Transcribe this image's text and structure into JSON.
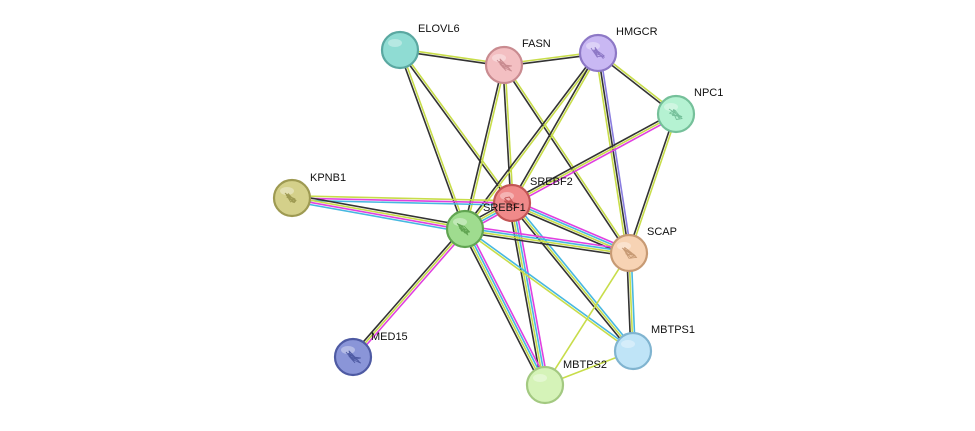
{
  "network": {
    "nodes": [
      {
        "id": "ELOVL6",
        "label": "ELOVL6",
        "color": "#8fdcd3",
        "stroke": "#5aa8a1",
        "glyph": "none"
      },
      {
        "id": "FASN",
        "label": "FASN",
        "color": "#f3bfc2",
        "stroke": "#c98b90",
        "glyph": "protein-structure"
      },
      {
        "id": "HMGCR",
        "label": "HMGCR",
        "color": "#c9b8f3",
        "stroke": "#8d78c6",
        "glyph": "protein-structure"
      },
      {
        "id": "NPC1",
        "label": "NPC1",
        "color": "#b5f2d2",
        "stroke": "#75c09a",
        "glyph": "protein-structure"
      },
      {
        "id": "SREBF2",
        "label": "SREBF2",
        "color": "#f08a8a",
        "stroke": "#c25555",
        "glyph": "protein-structure"
      },
      {
        "id": "SREBF1",
        "label": "SREBF1",
        "color": "#9fdc8f",
        "stroke": "#61a552",
        "glyph": "protein-structure"
      },
      {
        "id": "KPNB1",
        "label": "KPNB1",
        "color": "#d4d08a",
        "stroke": "#9e9a52",
        "glyph": "protein-structure"
      },
      {
        "id": "SCAP",
        "label": "SCAP",
        "color": "#f7d3b4",
        "stroke": "#c79a74",
        "glyph": "protein-structure"
      },
      {
        "id": "MED15",
        "label": "MED15",
        "color": "#8a95d8",
        "stroke": "#4e5aa3",
        "glyph": "protein-structure"
      },
      {
        "id": "MBTPS1",
        "label": "MBTPS1",
        "color": "#bfe4f7",
        "stroke": "#80b4d0",
        "glyph": "none"
      },
      {
        "id": "MBTPS2",
        "label": "MBTPS2",
        "color": "#d5f3b8",
        "stroke": "#a3c981",
        "glyph": "none"
      }
    ],
    "edges": [
      {
        "source": "ELOVL6",
        "target": "FASN",
        "colors": [
          "#c8dd4a",
          "#333333"
        ]
      },
      {
        "source": "ELOVL6",
        "target": "SREBF1",
        "colors": [
          "#c8dd4a",
          "#333333"
        ]
      },
      {
        "source": "ELOVL6",
        "target": "SREBF2",
        "colors": [
          "#c8dd4a",
          "#333333"
        ]
      },
      {
        "source": "FASN",
        "target": "HMGCR",
        "colors": [
          "#c8dd4a",
          "#333333"
        ]
      },
      {
        "source": "FASN",
        "target": "SREBF1",
        "colors": [
          "#c8dd4a",
          "#333333"
        ]
      },
      {
        "source": "FASN",
        "target": "SREBF2",
        "colors": [
          "#c8dd4a",
          "#333333"
        ]
      },
      {
        "source": "FASN",
        "target": "SCAP",
        "colors": [
          "#c8dd4a",
          "#333333"
        ]
      },
      {
        "source": "HMGCR",
        "target": "NPC1",
        "colors": [
          "#c8dd4a",
          "#333333"
        ]
      },
      {
        "source": "HMGCR",
        "target": "SREBF1",
        "colors": [
          "#c8dd4a",
          "#333333"
        ]
      },
      {
        "source": "HMGCR",
        "target": "SREBF2",
        "colors": [
          "#c8dd4a",
          "#333333"
        ]
      },
      {
        "source": "HMGCR",
        "target": "SCAP",
        "colors": [
          "#8a7de0",
          "#333333",
          "#c8dd4a"
        ]
      },
      {
        "source": "NPC1",
        "target": "SREBF2",
        "colors": [
          "#e040e0",
          "#c8dd4a",
          "#333333"
        ]
      },
      {
        "source": "NPC1",
        "target": "SCAP",
        "colors": [
          "#c8dd4a",
          "#333333"
        ]
      },
      {
        "source": "SREBF2",
        "target": "SREBF1",
        "colors": [
          "#e040e0",
          "#47b8e0",
          "#c8dd4a",
          "#333333"
        ]
      },
      {
        "source": "SREBF2",
        "target": "KPNB1",
        "colors": [
          "#47b8e0",
          "#e040e0",
          "#c8dd4a"
        ]
      },
      {
        "source": "SREBF2",
        "target": "SCAP",
        "colors": [
          "#e040e0",
          "#47b8e0",
          "#c8dd4a",
          "#333333"
        ]
      },
      {
        "source": "SREBF2",
        "target": "MBTPS1",
        "colors": [
          "#47b8e0",
          "#c8dd4a",
          "#333333"
        ]
      },
      {
        "source": "SREBF2",
        "target": "MBTPS2",
        "colors": [
          "#e040e0",
          "#47b8e0",
          "#c8dd4a",
          "#333333"
        ]
      },
      {
        "source": "SREBF1",
        "target": "KPNB1",
        "colors": [
          "#47b8e0",
          "#e040e0",
          "#c8dd4a",
          "#333333"
        ]
      },
      {
        "source": "SREBF1",
        "target": "SCAP",
        "colors": [
          "#e040e0",
          "#47b8e0",
          "#c8dd4a",
          "#333333"
        ]
      },
      {
        "source": "SREBF1",
        "target": "MED15",
        "colors": [
          "#e040e0",
          "#c8dd4a",
          "#333333"
        ]
      },
      {
        "source": "SREBF1",
        "target": "MBTPS1",
        "colors": [
          "#47b8e0",
          "#c8dd4a"
        ]
      },
      {
        "source": "SREBF1",
        "target": "MBTPS2",
        "colors": [
          "#e040e0",
          "#47b8e0",
          "#c8dd4a",
          "#333333"
        ]
      },
      {
        "source": "SCAP",
        "target": "MBTPS1",
        "colors": [
          "#47b8e0",
          "#c8dd4a",
          "#333333"
        ]
      },
      {
        "source": "SCAP",
        "target": "MBTPS2",
        "colors": [
          "#c8dd4a"
        ]
      },
      {
        "source": "MBTPS1",
        "target": "MBTPS2",
        "colors": [
          "#c8dd4a"
        ]
      }
    ]
  }
}
